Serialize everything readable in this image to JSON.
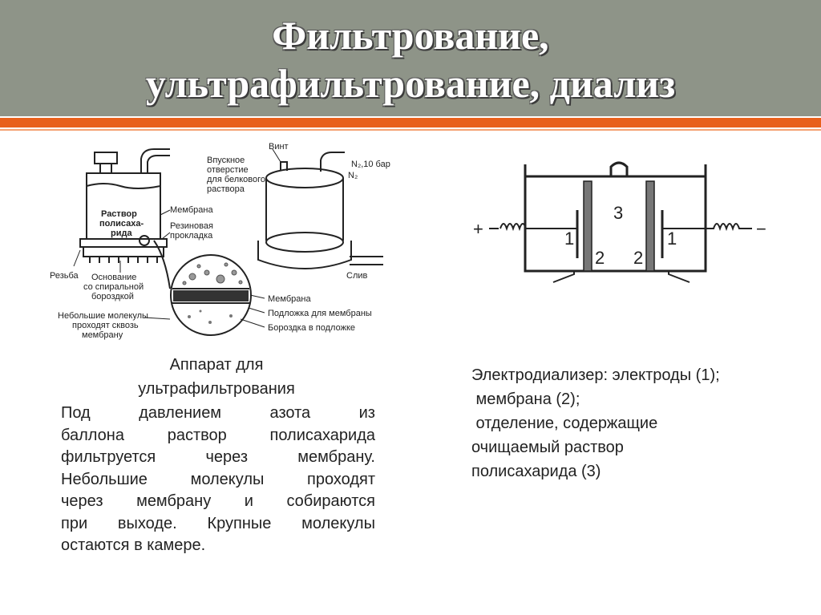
{
  "slide": {
    "title_line1": "Фильтрование,",
    "title_line2": "ультрафильтрование, диализ",
    "accent_color": "#e8601c",
    "header_color": "#8e9488"
  },
  "apparatus_diagram": {
    "labels": {
      "vint": "Винт",
      "inlet1": "Впускное",
      "inlet2": "отверстие",
      "inlet3": "для белкового",
      "inlet4": "раствора",
      "n2": "N₂",
      "pressure": "N₂,10 бар",
      "solution1": "Раствор",
      "solution2": "полисаха-",
      "solution3": "рида",
      "membrane": "Мембрана",
      "rubber1": "Резиновая",
      "rubber2": "прокладка",
      "thread": "Резьба",
      "base1": "Основание",
      "base2": "со спиральной",
      "base3": "бороздкой",
      "drain": "Слив",
      "membrane2": "Мембрана",
      "support": "Подложка для мембраны",
      "groove": "Бороздка в подложке",
      "small1": "Небольшие молекулы",
      "small2": "проходят сквозь",
      "small3": "мембрану"
    }
  },
  "dialyzer_diagram": {
    "labels": {
      "plus": "+",
      "minus": "−",
      "electrode": "1",
      "electrode_right": "1",
      "membrane_left": "2",
      "membrane_right": "2",
      "compartment": "3"
    }
  },
  "left_caption": {
    "line1": "Аппарат для",
    "line2": "ультрафильтрования"
  },
  "left_body": {
    "l1": [
      "Под",
      "давлением",
      "азота",
      "из"
    ],
    "l2": [
      "баллона",
      "раствор",
      "полисахарида"
    ],
    "l3": [
      "фильтруется",
      "через",
      "мембрану."
    ],
    "l4": [
      "Небольшие",
      "молекулы",
      "проходят"
    ],
    "l5": [
      "через",
      "мембрану",
      "и",
      "собираются"
    ],
    "l6": [
      "при",
      "выходе.",
      "Крупные",
      "молекулы"
    ],
    "l7": "остаются в камере."
  },
  "right_text": {
    "line1": "Электродиализер: электроды (1);",
    "line2": " мембрана (2);",
    "line3": " отделение, содержащие",
    "line4": "очищаемый раствор",
    "line5": "полисахарида (3)"
  }
}
